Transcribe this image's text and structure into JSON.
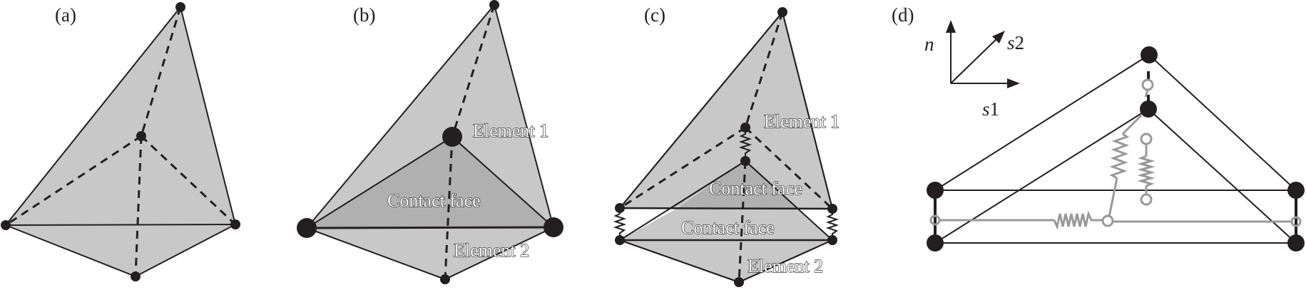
{
  "figure": {
    "panels": [
      {
        "id": "a",
        "label": "(a)"
      },
      {
        "id": "b",
        "label": "(b)",
        "texts": {
          "element1": "Element 1",
          "element2": "Element 2",
          "contact_face": "Contact face"
        }
      },
      {
        "id": "c",
        "label": "(c)",
        "texts": {
          "element1": "Element 1",
          "element2": "Element 2",
          "contact_face_upper": "Contact face",
          "contact_face_lower": "Contact face"
        }
      },
      {
        "id": "d",
        "label": "(d)",
        "axes": {
          "n": "n",
          "s1_var": "s",
          "s1_idx": "1",
          "s2_var": "s",
          "s2_idx": "2"
        }
      }
    ],
    "colors": {
      "face_fill": "#c8c8c8",
      "contact_face_fill": "#b0b0b1",
      "edge": "#231f20",
      "spring_gray": "#999999"
    }
  }
}
